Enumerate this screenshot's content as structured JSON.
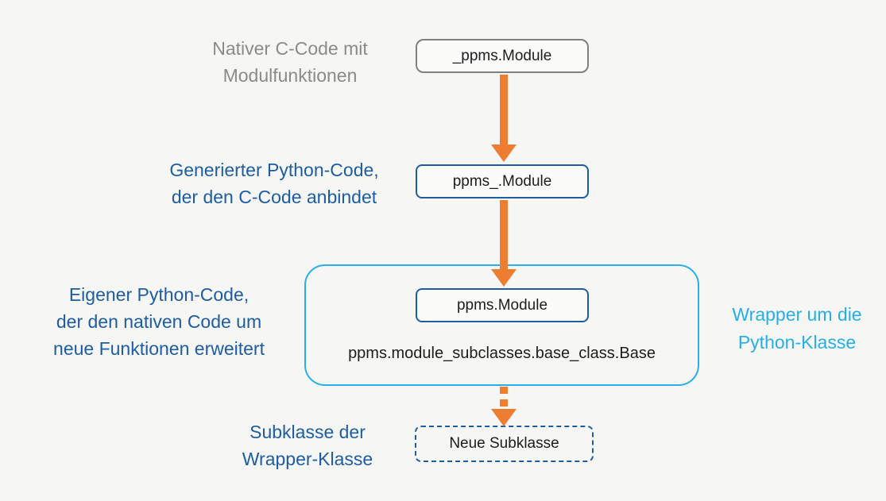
{
  "diagram": {
    "type": "flowchart",
    "boxes": {
      "native": "_ppms.Module",
      "generated": "ppms_.Module",
      "wrapper": "ppms.Module",
      "base_class": "ppms.module_subclasses.base_class.Base",
      "subclass": "Neue Subklasse"
    },
    "labels": {
      "native": {
        "line1": "Nativer C-Code mit",
        "line2": "Modulfunktionen"
      },
      "generated": {
        "line1": "Generierter Python-Code,",
        "line2": "der den C-Code anbindet"
      },
      "own": {
        "line1": "Eigener Python-Code,",
        "line2": "der den nativen Code um",
        "line3": "neue Funktionen erweitert"
      },
      "wrapper": {
        "line1": "Wrapper um die",
        "line2": "Python-Klasse"
      },
      "subclass": {
        "line1": "Subklasse der",
        "line2": "Wrapper-Klasse"
      }
    },
    "arrows": [
      {
        "from": "native",
        "to": "generated",
        "style": "solid"
      },
      {
        "from": "generated",
        "to": "wrapper",
        "style": "solid"
      },
      {
        "from": "wrapper",
        "to": "subclass",
        "style": "dashed"
      }
    ],
    "colors": {
      "background": "#f6f6f5",
      "gray_text": "#8a8a8a",
      "gray_border": "#7f7f7f",
      "dark_blue": "#1e5da1",
      "cyan": "#27aee9",
      "orange": "#ed7d31",
      "box_text": "#1d1d1d"
    }
  }
}
